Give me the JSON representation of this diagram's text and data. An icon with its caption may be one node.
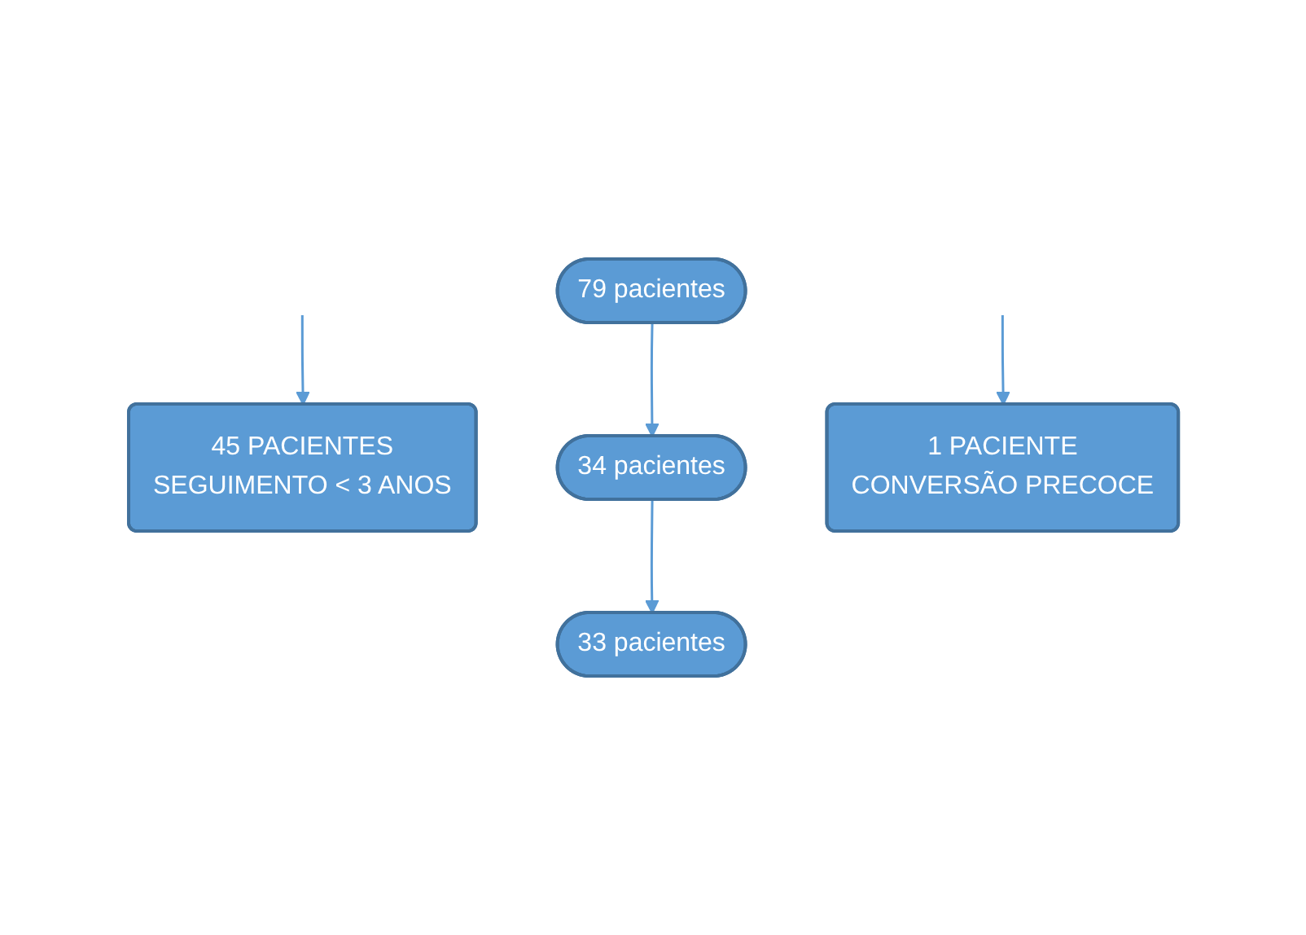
{
  "diagram": {
    "nodes": [
      {
        "text": [
          "79 pacientes"
        ]
      },
      {
        "text": [
          "45 PACIENTES",
          "SEGUIMENTO < 3 ANOS"
        ]
      },
      {
        "text": [
          "34 pacientes"
        ]
      },
      {
        "text": [
          "1 PACIENTE",
          "CONVERSÃO PRECOCE"
        ]
      },
      {
        "text": [
          "33 pacientes"
        ]
      }
    ],
    "edges": [
      {
        "from": 0,
        "to": 2,
        "arrow": "to"
      },
      {
        "from": null,
        "to": 1,
        "arrow": "to"
      },
      {
        "from": 2,
        "to": 4,
        "arrow": "to"
      },
      {
        "from": null,
        "to": 3,
        "arrow": "to"
      }
    ]
  }
}
